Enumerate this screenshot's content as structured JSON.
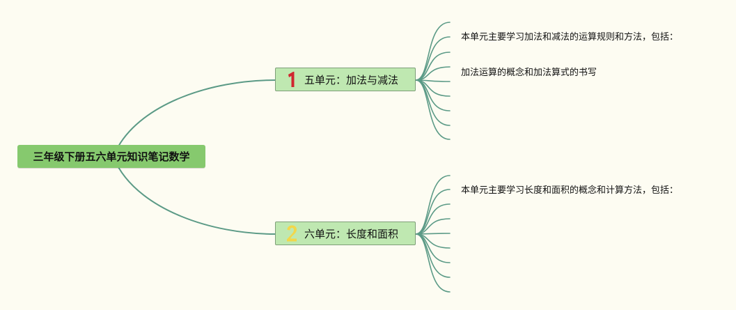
{
  "mindmap": {
    "root": {
      "title": "三年级下册五六单元知识笔记数学"
    },
    "branches": [
      {
        "number": "1",
        "title": "五单元：加法与减法",
        "icon": "number-one-icon",
        "icon_color": "#d0262f",
        "leaves": [
          "本单元主要学习加法和减法的运算规则和方法，包括：",
          "加法运算的概念和加法算式的书写"
        ]
      },
      {
        "number": "2",
        "title": "六单元：长度和面积",
        "icon": "number-two-icon",
        "icon_color": "#f2d74a",
        "leaves": [
          "本单元主要学习长度和面积的概念和计算方法，包括："
        ]
      }
    ],
    "colors": {
      "background": "#fdfcf2",
      "root_fill": "#86c96e",
      "branch_fill": "#bfe8b1",
      "connector": "#5b9a86"
    }
  }
}
